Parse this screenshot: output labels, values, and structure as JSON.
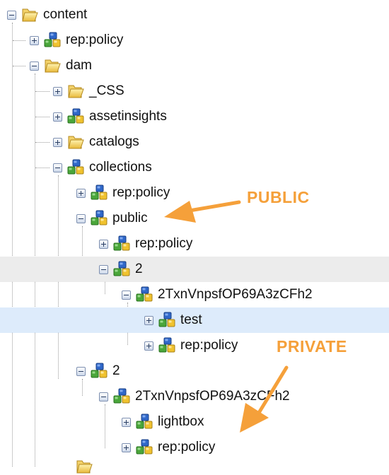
{
  "tree": {
    "nodes": [
      {
        "label": "content",
        "icon": "folder-icon",
        "expanded": true
      },
      {
        "label": "rep:policy",
        "icon": "policy-node-icon",
        "expanded": false
      },
      {
        "label": "dam",
        "icon": "folder-icon",
        "expanded": true
      },
      {
        "label": "_CSS",
        "icon": "folder-icon",
        "expanded": false
      },
      {
        "label": "assetinsights",
        "icon": "policy-node-icon",
        "expanded": false
      },
      {
        "label": "catalogs",
        "icon": "folder-icon",
        "expanded": false
      },
      {
        "label": "collections",
        "icon": "policy-node-icon",
        "expanded": true
      },
      {
        "label": "rep:policy",
        "icon": "policy-node-icon",
        "expanded": false
      },
      {
        "label": "public",
        "icon": "policy-node-icon",
        "expanded": true
      },
      {
        "label": "rep:policy",
        "icon": "policy-node-icon",
        "expanded": false
      },
      {
        "label": "2",
        "icon": "policy-node-icon",
        "expanded": true,
        "state": "hover"
      },
      {
        "label": "2TxnVnpsfOP69A3zCFh2",
        "icon": "policy-node-icon",
        "expanded": true
      },
      {
        "label": "test",
        "icon": "policy-node-icon",
        "expanded": false,
        "state": "selected"
      },
      {
        "label": "rep:policy",
        "icon": "policy-node-icon",
        "expanded": false
      },
      {
        "label": "2",
        "icon": "policy-node-icon",
        "expanded": true
      },
      {
        "label": "2TxnVnpsfOP69A3zCFh2",
        "icon": "policy-node-icon",
        "expanded": true
      },
      {
        "label": "lightbox",
        "icon": "policy-node-icon",
        "expanded": false
      },
      {
        "label": "rep:policy",
        "icon": "policy-node-icon",
        "expanded": false
      }
    ]
  },
  "annotations": {
    "public": "PUBLIC",
    "private": "PRIVATE"
  },
  "colors": {
    "annotation": "#f5a03a",
    "hover_row": "#ececec",
    "selected_row": "#ddebfb"
  }
}
